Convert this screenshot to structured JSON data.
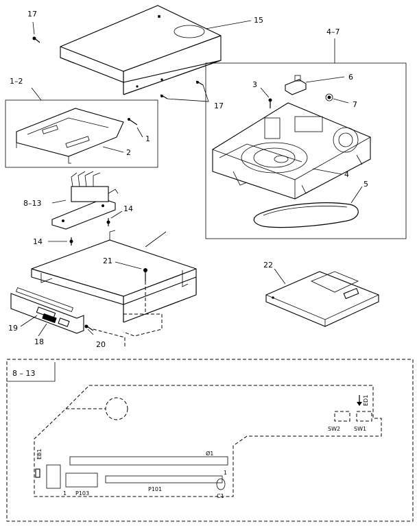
{
  "callouts": {
    "c17_top": "17",
    "c15": "15",
    "c4_7": "4–7",
    "c1_2": "1–2",
    "c17_bottom": "17",
    "c3": "3",
    "c6": "6",
    "c7": "7",
    "c1": "1",
    "c2": "2",
    "c4": "4",
    "c5": "5",
    "c8_13": "8–13",
    "c14_right": "14",
    "c14_left": "14",
    "c21": "21",
    "c22": "22",
    "c19": "19",
    "c18": "18",
    "c20": "20"
  },
  "board": {
    "title": "8 – 13",
    "sw2": "SW2",
    "sw1": "SW1",
    "ed1": "ED1",
    "eb1": "EB1",
    "d1": "Ø1",
    "p103": "P103",
    "p101": "P101",
    "c1": "C1",
    "pin1_a": "1",
    "pin1_b": "1"
  }
}
